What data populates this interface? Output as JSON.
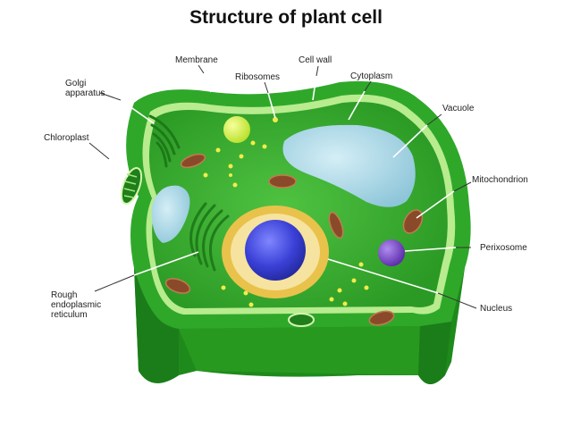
{
  "title": "Structure of plant cell",
  "labels": {
    "membrane": "Membrane",
    "cell_wall": "Cell wall",
    "golgi_line1": "Golgi",
    "golgi_line2": "apparatus",
    "ribosomes": "Ribosomes",
    "cytoplasm": "Cytoplasm",
    "vacuole": "Vacuole",
    "chloroplast": "Chloroplast",
    "mitochondrion": "Mitochondrion",
    "perixosome": "Perixosome",
    "rer_line1": "Rough",
    "rer_line2": "endoplasmic",
    "rer_line3": "reticulum",
    "nucleus": "Nucleus"
  },
  "colors": {
    "wall_outer": "#2fa82a",
    "wall_side": "#1f8a1c",
    "cytoplasm": "#3cae32",
    "membrane": "#b8ec8e",
    "vacuole": "#a9d8e6",
    "nucleus_envelope": "#e9c24c",
    "nucleolus": "#3b3fcf",
    "perixosome": "#7b46c7",
    "ribosome": "#f2ec4a"
  }
}
